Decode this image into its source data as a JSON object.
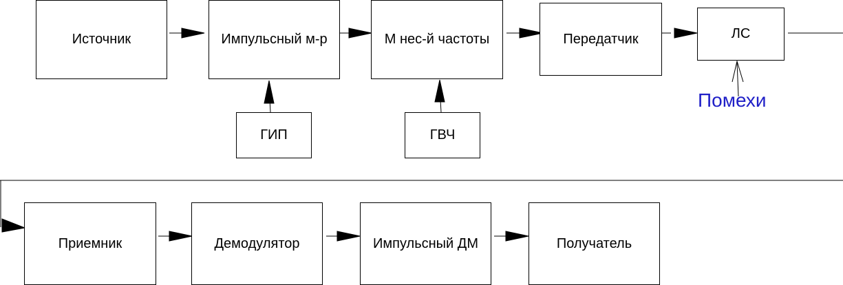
{
  "blocks": {
    "source": "Источник",
    "pulse_modulator": "Импульсный м-р",
    "carrier_modulator": "М нес-й частоты",
    "transmitter": "Передатчик",
    "channel": "ЛС",
    "pulse_generator": "ГИП",
    "hf_generator": "ГВЧ",
    "receiver": "Приемник",
    "demodulator": "Демодулятор",
    "pulse_demodulator": "Импульсный ДМ",
    "recipient": "Получатель"
  },
  "noise_label": "Помехи",
  "colors": {
    "noise": "#1f1fc7",
    "line": "#000000"
  }
}
